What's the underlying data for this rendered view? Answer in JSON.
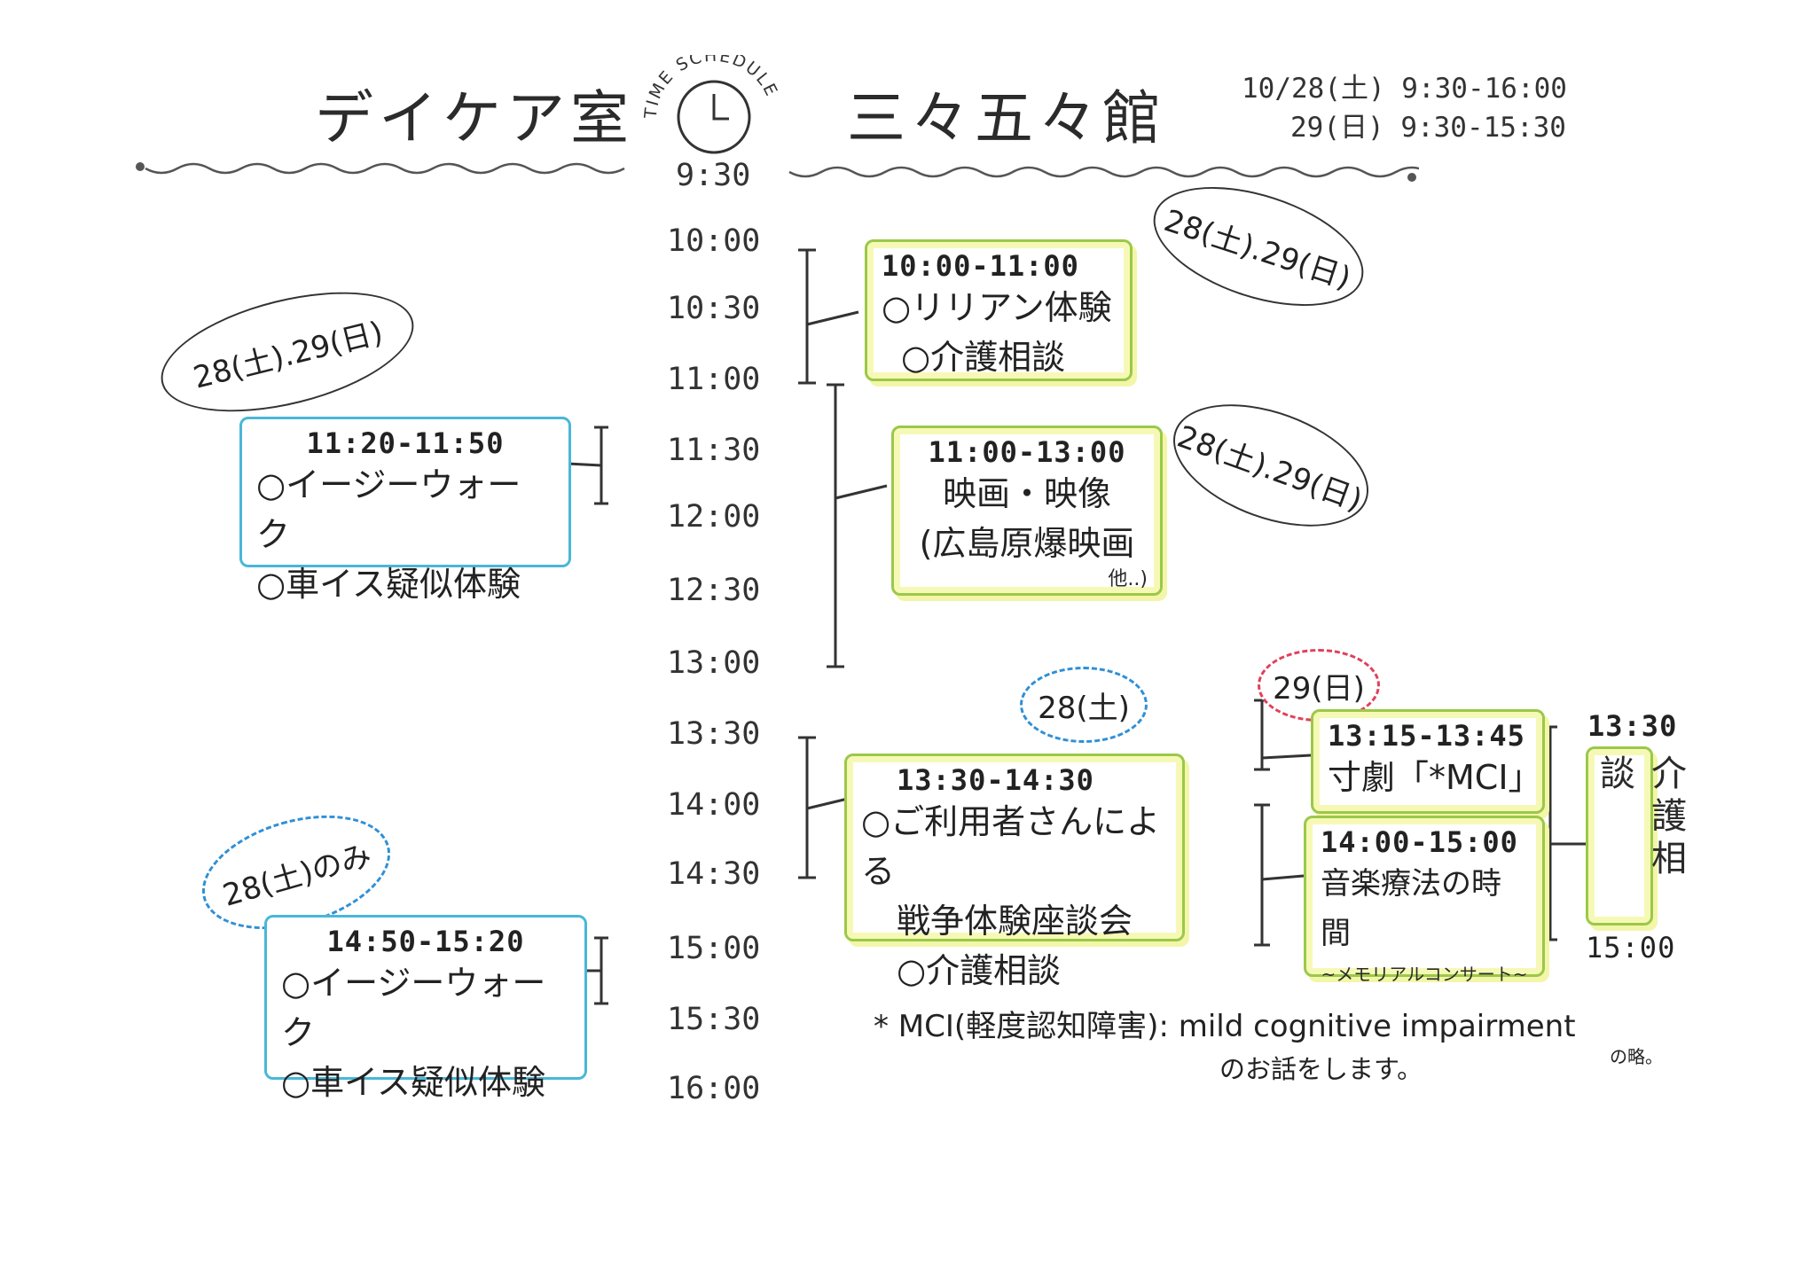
{
  "header": {
    "left_title": "デイケア室",
    "clock_label": "TIME SCHEDULE",
    "right_title": "三々五々館",
    "date_line_1": "10/28(土) 9:30-16:00",
    "date_line_2": "29(日) 9:30-15:30"
  },
  "timeline": {
    "times": [
      "9:30",
      "10:00",
      "10:30",
      "11:00",
      "11:30",
      "12:00",
      "12:30",
      "13:00",
      "13:30",
      "14:00",
      "14:30",
      "15:00",
      "15:30",
      "16:00"
    ]
  },
  "events": {
    "lilian": {
      "bubble": "28(土).29(日)",
      "time": "10:00-11:00",
      "items": [
        "○リリアン体験",
        "○介護相談"
      ]
    },
    "movie": {
      "bubble": "28(土).29(日)",
      "time": "11:00-13:00",
      "line1": "映画・映像",
      "line2": "(広島原爆映画",
      "note": "他..)"
    },
    "walk_am": {
      "bubble": "28(土).29(日)",
      "time": "11:20-11:50",
      "items": [
        "○イージーウォーク",
        "○車イス疑似体験"
      ]
    },
    "talk": {
      "bubble": "28(土)",
      "time": "13:30-14:30",
      "items": [
        "○ご利用者さんによる",
        "戦争体験座談会",
        "○介護相談"
      ]
    },
    "walk_pm": {
      "bubble": "28(土)のみ",
      "time": "14:50-15:20",
      "items": [
        "○イージーウォーク",
        "○車イス疑似体験"
      ]
    },
    "mci": {
      "bubble": "29(日)",
      "time": "13:15-13:45",
      "label": "寸劇「*MCI」"
    },
    "music": {
      "time": "14:00-15:00",
      "label": "音楽療法の時間",
      "sub": "~メモリアルコンサート~"
    },
    "care": {
      "start": "13:30",
      "label": "介護相談",
      "end": "15:00"
    }
  },
  "footnote": {
    "line1": "* MCI(軽度認知障害): mild cognitive impairment",
    "line2": "のお話をします。",
    "side": "の略。"
  },
  "colors": {
    "green_border": "#9bc84a",
    "green_fill": "#f6f9b6",
    "blue_border": "#49b7d8",
    "dash_blue": "#2f8fd6",
    "dash_red": "#e0405a",
    "ink": "#2a2a2a"
  }
}
